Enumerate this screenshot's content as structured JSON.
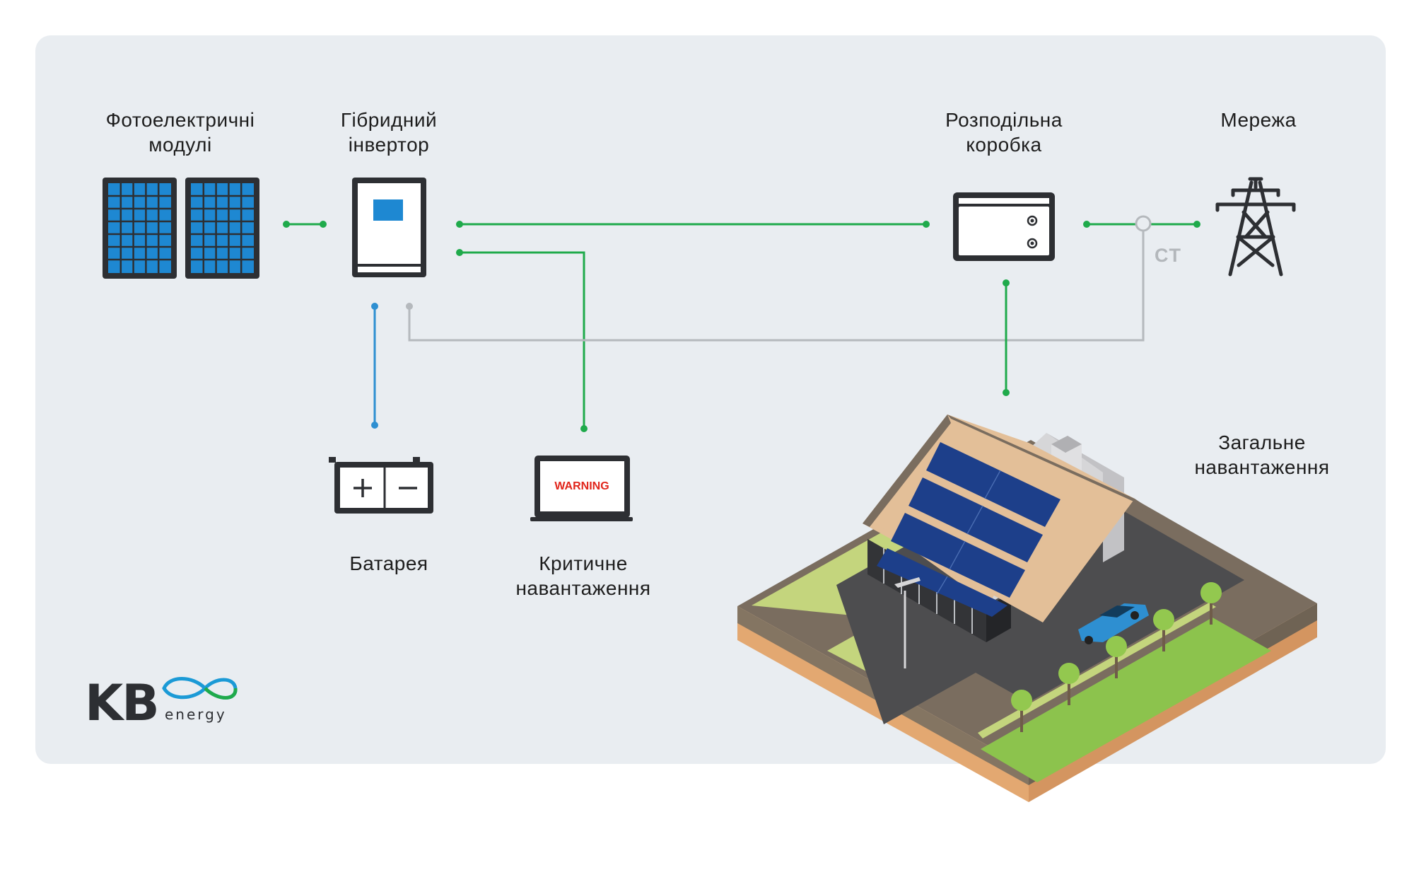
{
  "labels": {
    "pv_line1": "Фотоелектричні",
    "pv_line2": "модулі",
    "inverter_line1": "Гібридний",
    "inverter_line2": "інвертор",
    "box_line1": "Розподільна",
    "box_line2": "коробка",
    "grid": "Мережа",
    "ct": "CT",
    "battery": "Батарея",
    "critical_line1": "Критичне",
    "critical_line2": "навантаження",
    "general_line1": "Загальне",
    "general_line2": "навантаження",
    "warning": "WARNING"
  },
  "logo": {
    "letters": "KB",
    "word": "energy"
  },
  "colors": {
    "panel_bg": "#e9edf1",
    "line_green": "#1faa4b",
    "line_blue": "#2e8fd1",
    "line_gray": "#b5b9bd",
    "icon_dark": "#2d2f33",
    "solar_blue": "#1e88d2",
    "warning_red": "#e1251b"
  },
  "icons": [
    "solar-panel-icon",
    "inverter-icon",
    "distribution-box-icon",
    "power-tower-icon",
    "battery-icon",
    "laptop-warning-icon",
    "house-icon",
    "kb-energy-logo"
  ]
}
